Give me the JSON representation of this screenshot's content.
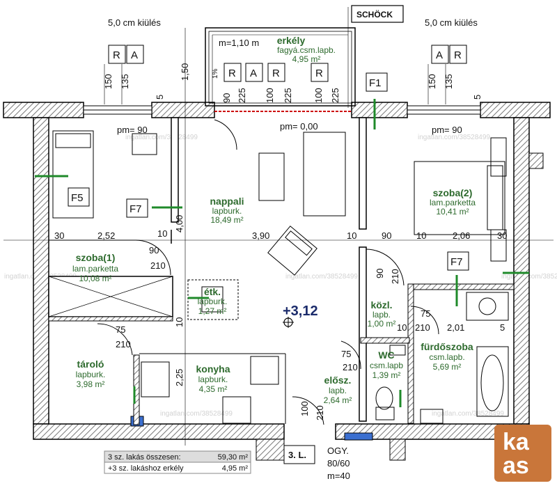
{
  "colors": {
    "room_text": "#2d6a2d",
    "wall_hatch": "#888888",
    "window_blue": "#3b6fd0",
    "logo_bg": "#c9763a",
    "green_marker": "#1f8a2a",
    "balcony_line": "#cc0000"
  },
  "labels": {
    "top_left_note": "5,0 cm kiülés",
    "top_right_note": "5,0 cm kiülés",
    "schock": "SCHÖCK",
    "m_110": "m=1,10 m",
    "pm_left": "pm= 90",
    "pm_mid": "pm= 0,00",
    "pm_right": "pm= 90",
    "elevation": "+3,12",
    "one_percent": "1%",
    "stair": "3. L.",
    "ogy1": "OGY.",
    "ogy2": "80/60",
    "ogy3": "m=40"
  },
  "tags": {
    "r1": "R",
    "a1": "A",
    "r2": "R",
    "a2": "A",
    "r3": "R",
    "r4": "R",
    "a3": "A",
    "r5": "R",
    "f1": "F1",
    "f5": "F5",
    "f7a": "F7",
    "f7b": "F7"
  },
  "rooms": {
    "erkely": {
      "name": "erkély",
      "sub": "fagyá.csm.lapb.",
      "area": "4,95 m²"
    },
    "nappali": {
      "name": "nappali",
      "sub": "lapburk.",
      "area": "18,49 m²"
    },
    "szoba2": {
      "name": "szoba(2)",
      "sub": "lam.parketta",
      "area": "10,41 m²"
    },
    "szoba1": {
      "name": "szoba(1)",
      "sub": "lam.parketta",
      "area": "10,08 m²"
    },
    "etk": {
      "name": "étk.",
      "sub": "lapburk.",
      "area": "1,27 m²"
    },
    "kozl": {
      "name": "közl.",
      "sub": "lapb.",
      "area": "1,00 m²"
    },
    "furdo": {
      "name": "fürdőszoba",
      "sub": "csm.lapb.",
      "area": "5,69 m²"
    },
    "wc": {
      "name": "WC",
      "sub": "csm.lapb",
      "area": "1,39 m²"
    },
    "taroló": {
      "name": "tároló",
      "sub": "lapburk.",
      "area": "3,98 m²"
    },
    "konyha": {
      "name": "konyha",
      "sub": "lapburk.",
      "area": "4,35 m²"
    },
    "eloszt": {
      "name": "elősz.",
      "sub": "lapb.",
      "area": "2,64 m²"
    }
  },
  "dims": {
    "d150a": "150",
    "d135a": "135",
    "d5a": "5",
    "d150_side": "1,50",
    "d90a": "90",
    "d225a": "225",
    "d100a": "100",
    "d225b": "225",
    "d100b": "100",
    "d225c": "225",
    "d150b": "150",
    "d135b": "135",
    "d5b": "5",
    "h30a": "30",
    "h252": "2,52",
    "h10a": "10",
    "h390": "3,90",
    "h10b": "10",
    "h90": "90",
    "h10c": "10",
    "h206": "2,06",
    "h30b": "30",
    "v400": "4,00",
    "door90": "90",
    "door210a": "210",
    "door90b": "90",
    "door210b": "210",
    "d75a": "75",
    "d210c": "210",
    "d75b": "75",
    "d10d": "10",
    "d210d": "210",
    "d201": "2,01",
    "d5c": "5",
    "d225d": "2,25",
    "d10e": "10",
    "d75c": "75",
    "d210e": "210",
    "d100c": "100",
    "d210f": "210"
  },
  "legend": {
    "row1_label": "3 sz. lakás összesen:",
    "row1_value": "59,30 m²",
    "row2_label": "+3 sz. lakáshoz erkély",
    "row2_value": "4,95 m²"
  },
  "logo": {
    "line1": "ka",
    "line2": "as"
  },
  "watermarks": [
    "ingatlan.com/38528499"
  ]
}
